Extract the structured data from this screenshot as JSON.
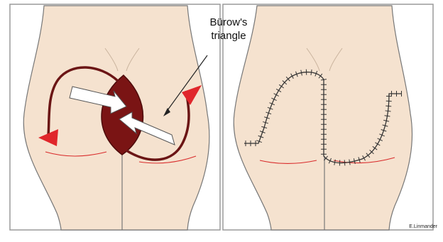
{
  "labels": {
    "burow_line1": "Bürow's",
    "burow_line2": "triangle",
    "credit": "E.Linmander"
  },
  "colors": {
    "skin": "#f5e2cf",
    "defect": "#7a1414",
    "arrow_head": "#e0262b",
    "suture": "#333333",
    "crease": "#d92b2b"
  }
}
